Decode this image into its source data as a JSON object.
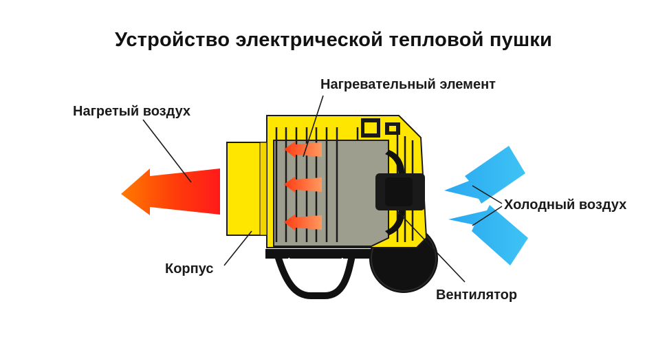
{
  "title": "Устройство электрической тепловой пушки",
  "labels": {
    "heating_element": "Нагревательный элемент",
    "hot_air": "Нагретый воздух",
    "cold_air": "Холодный воздух",
    "housing": "Корпус",
    "fan": "Вентилятор"
  },
  "colors": {
    "housing_yellow": "#ffe600",
    "housing_outline": "#1a1a1a",
    "interior_gray": "#9e9e8e",
    "hot_air_orange": "#ff5a00",
    "hot_air_red": "#ff1a1a",
    "cold_air_blue": "#2cb4f0",
    "wheel": "#111111"
  }
}
